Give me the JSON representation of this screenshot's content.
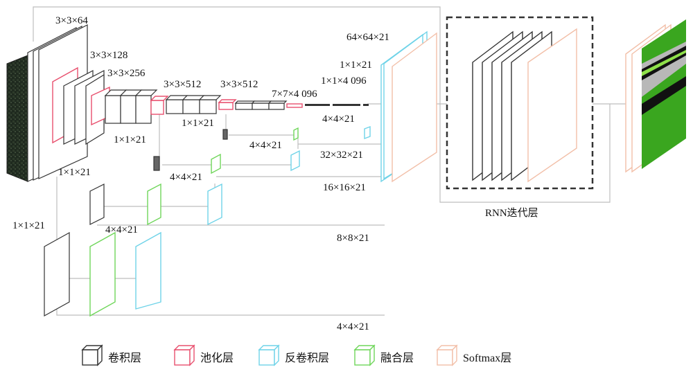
{
  "colors": {
    "conv": "#333333",
    "pool": "#e8506e",
    "deconv": "#6fd3e8",
    "fusion": "#6fd65a",
    "softmax": "#f2bfa8",
    "lines": "#bdbdbd",
    "dashed_box": "#333333"
  },
  "labels": {
    "conv1": "3×3×64",
    "conv2": "3×3×128",
    "conv3": "3×3×256",
    "conv4": "3×3×512",
    "conv5": "3×3×512",
    "fc6": "7×7×4 096",
    "fc7": "1×1×4 096",
    "score_fr": "1×1×21",
    "upscore_top": "64×64×21",
    "pool3_score": "1×1×21",
    "pool4_score": "1×1×21",
    "pool2_score": "1×1×21",
    "pool1_score": "1×1×21",
    "up_4x4_a": "4×4×21",
    "up_4x4_b": "4×4×21",
    "up_4x4_c": "4×4×21",
    "up_4x4_d": "4×4×21",
    "up_32": "32×32×21",
    "up_16": "16×16×21",
    "up_8": "8×8×21",
    "up_4_bottom": "4×4×21",
    "rnn": "RNN迭代层"
  },
  "legend": [
    {
      "name": "conv",
      "label": "卷积层"
    },
    {
      "name": "pool",
      "label": "池化层"
    },
    {
      "name": "deconv",
      "label": "反卷积层"
    },
    {
      "name": "fusion",
      "label": "融合层"
    },
    {
      "name": "softmax",
      "label": "Softmax层"
    }
  ]
}
